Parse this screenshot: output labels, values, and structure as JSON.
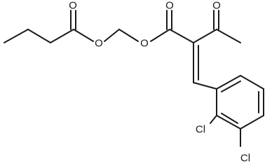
{
  "molecule": {
    "atoms": {
      "ester_o_left": "O",
      "carbonyl_o_left": "O",
      "ester_o_right": "O",
      "carbonyl_o_mid": "O",
      "ketone_o": "O",
      "cl_ortho": "Cl",
      "cl_meta": "Cl"
    }
  },
  "colors": {
    "bond": "#1a1a1a",
    "label": "#1a1a1a",
    "background": "#ffffff"
  }
}
